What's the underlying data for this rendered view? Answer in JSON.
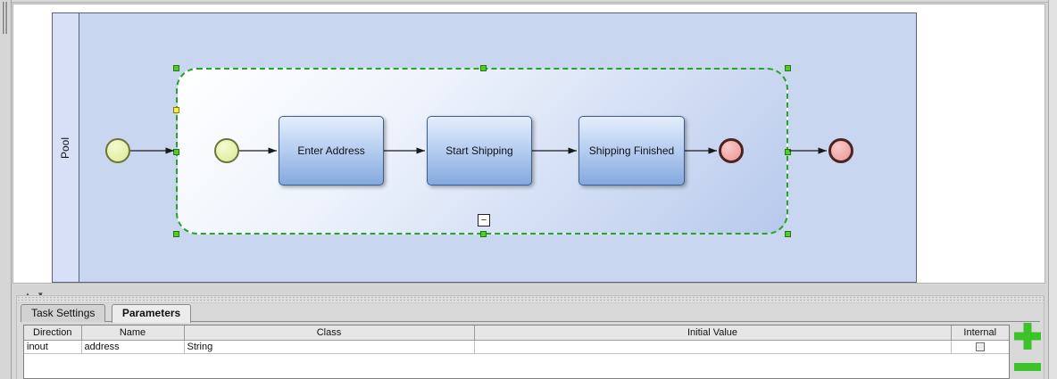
{
  "diagram": {
    "pool_label": "Pool",
    "tasks": [
      {
        "label": "Enter Address"
      },
      {
        "label": "Start Shipping"
      },
      {
        "label": "Shipping Finished"
      }
    ],
    "collapse_glyph": "−",
    "colors": {
      "pool_fill": "#c8d6f0",
      "pool_band_fill": "#d7e0f6",
      "task_fill_top": "#e4eefb",
      "task_fill_bottom": "#84a9df",
      "task_border": "#3f5e86",
      "selection_green": "#27a327",
      "handle_green": "#55cc22",
      "anchor_yellow": "#ffe94a",
      "start_event_fill": "#dcea94",
      "end_event_fill": "#ee9494"
    }
  },
  "splitter": {
    "up_glyph": "▲",
    "down_glyph": "▼"
  },
  "panel": {
    "tabs": [
      {
        "label": "Task Settings"
      },
      {
        "label": "Parameters"
      }
    ],
    "active_tab": "Parameters",
    "table": {
      "headers": [
        "Direction",
        "Name",
        "Class",
        "Initial Value",
        "Internal"
      ],
      "rows": [
        {
          "direction": "inout",
          "name": "address",
          "class": "String",
          "initial_value": "",
          "internal_checked": false
        }
      ]
    },
    "icons": {
      "add": "plus-icon",
      "remove": "minus-icon"
    },
    "accent_green": "#3cc32a"
  }
}
